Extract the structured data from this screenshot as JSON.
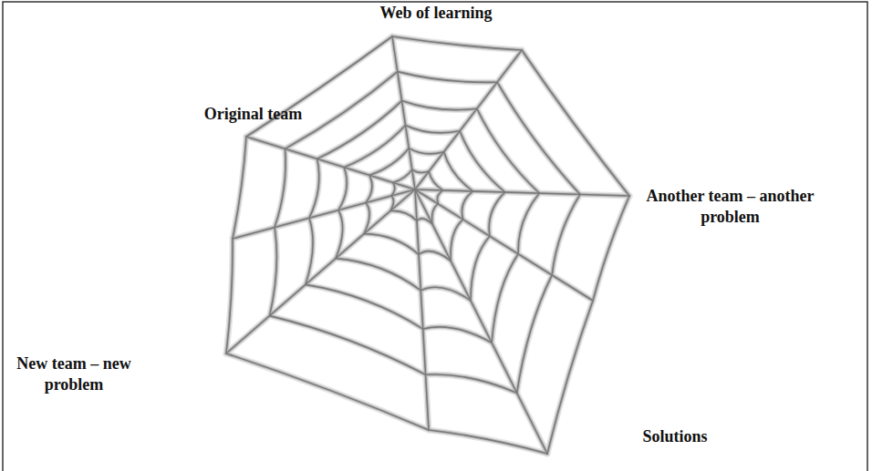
{
  "diagram": {
    "title": "Web of learning",
    "labels": [
      "Original team",
      "Another team – another problem",
      "New team – new problem",
      "Solutions"
    ]
  }
}
